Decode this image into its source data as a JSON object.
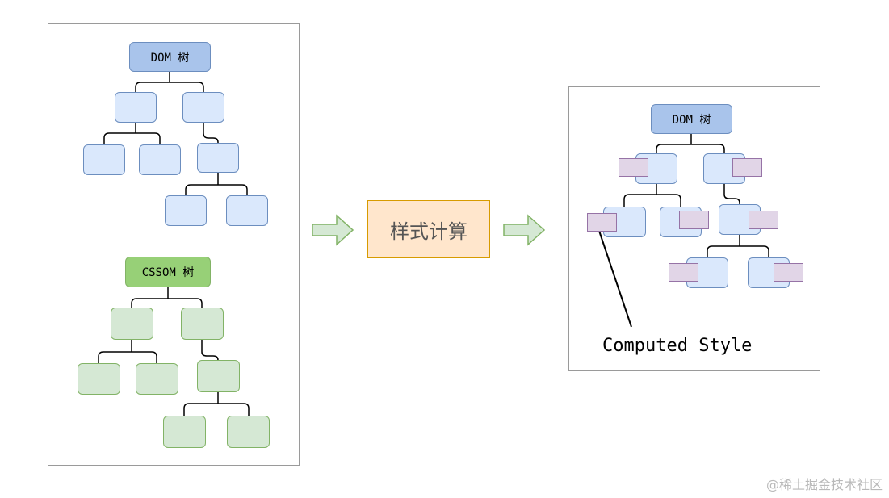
{
  "left_panel": {
    "dom_tree": {
      "root_label": "DOM 树"
    },
    "cssom_tree": {
      "root_label": "CSSOM 树"
    }
  },
  "process": {
    "label": "样式计算"
  },
  "right_panel": {
    "dom_tree": {
      "root_label": "DOM 树"
    },
    "callout_label": "Computed Style"
  },
  "watermark": "@稀土掘金技术社区",
  "colors": {
    "dom_root": "#a9c4eb",
    "dom_node": "#dae8fc",
    "cssom_root": "#97d077",
    "cssom_node": "#d5e8d4",
    "style_tag": "#e1d5e7",
    "process_fill": "#ffe6cc",
    "process_border": "#d79b00",
    "arrow_fill": "#d5e8d4"
  }
}
